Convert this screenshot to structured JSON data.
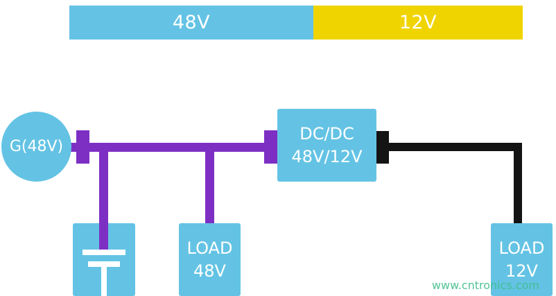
{
  "legend": {
    "left_label": "48V",
    "right_label": "12V"
  },
  "diagram": {
    "generator_label": "G(48V)",
    "dcdc_line1": "DC/DC",
    "dcdc_line2": "48V/12V",
    "load48_line1": "LOAD",
    "load48_line2": "48V",
    "load12_line1": "LOAD",
    "load12_line2": "12V"
  },
  "watermark": {
    "text": "www.cntronics.com"
  },
  "colors": {
    "box_blue": "#64C3E4",
    "legend_yellow": "#F0D400",
    "bus_purple": "#7D2FC4",
    "wire_black": "#141414",
    "watermark_green": "#3FBE8B",
    "text_white": "#FFFFFF"
  }
}
